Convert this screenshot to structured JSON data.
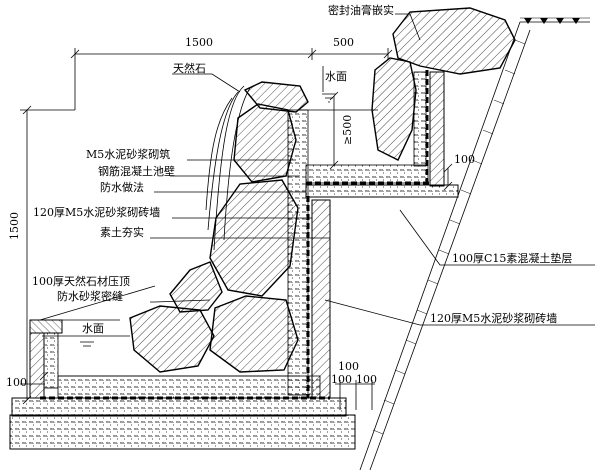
{
  "labels": {
    "sealant": "密封油膏嵌实",
    "natural_stone": "天然石",
    "water_surface_top": "水面",
    "m5_mortar_masonry": "M5水泥砂浆砌筑",
    "rc_pool_wall": "钢筋混凝土池壁",
    "waterproofing": "防水做法",
    "brick_wall_120": "120厚M5水泥砂浆砌砖墙",
    "compacted_soil": "素土夯实",
    "stone_coping_100": "100厚天然石材压顶",
    "waterproof_mortar_joint": "防水砂浆密缝",
    "water_surface_bottom": "水面",
    "c15_cushion": "100厚C15素混凝土垫层",
    "brick_wall_120_right": "120厚M5水泥砂浆砌砖墙"
  },
  "dimensions": {
    "width_1500": "1500",
    "width_500": "500",
    "height_500": "≥500",
    "height_1500": "1500",
    "d100_a": "100",
    "d100_b": "100",
    "d100_c": "100",
    "d100_d": "100",
    "d100_e": "100"
  }
}
